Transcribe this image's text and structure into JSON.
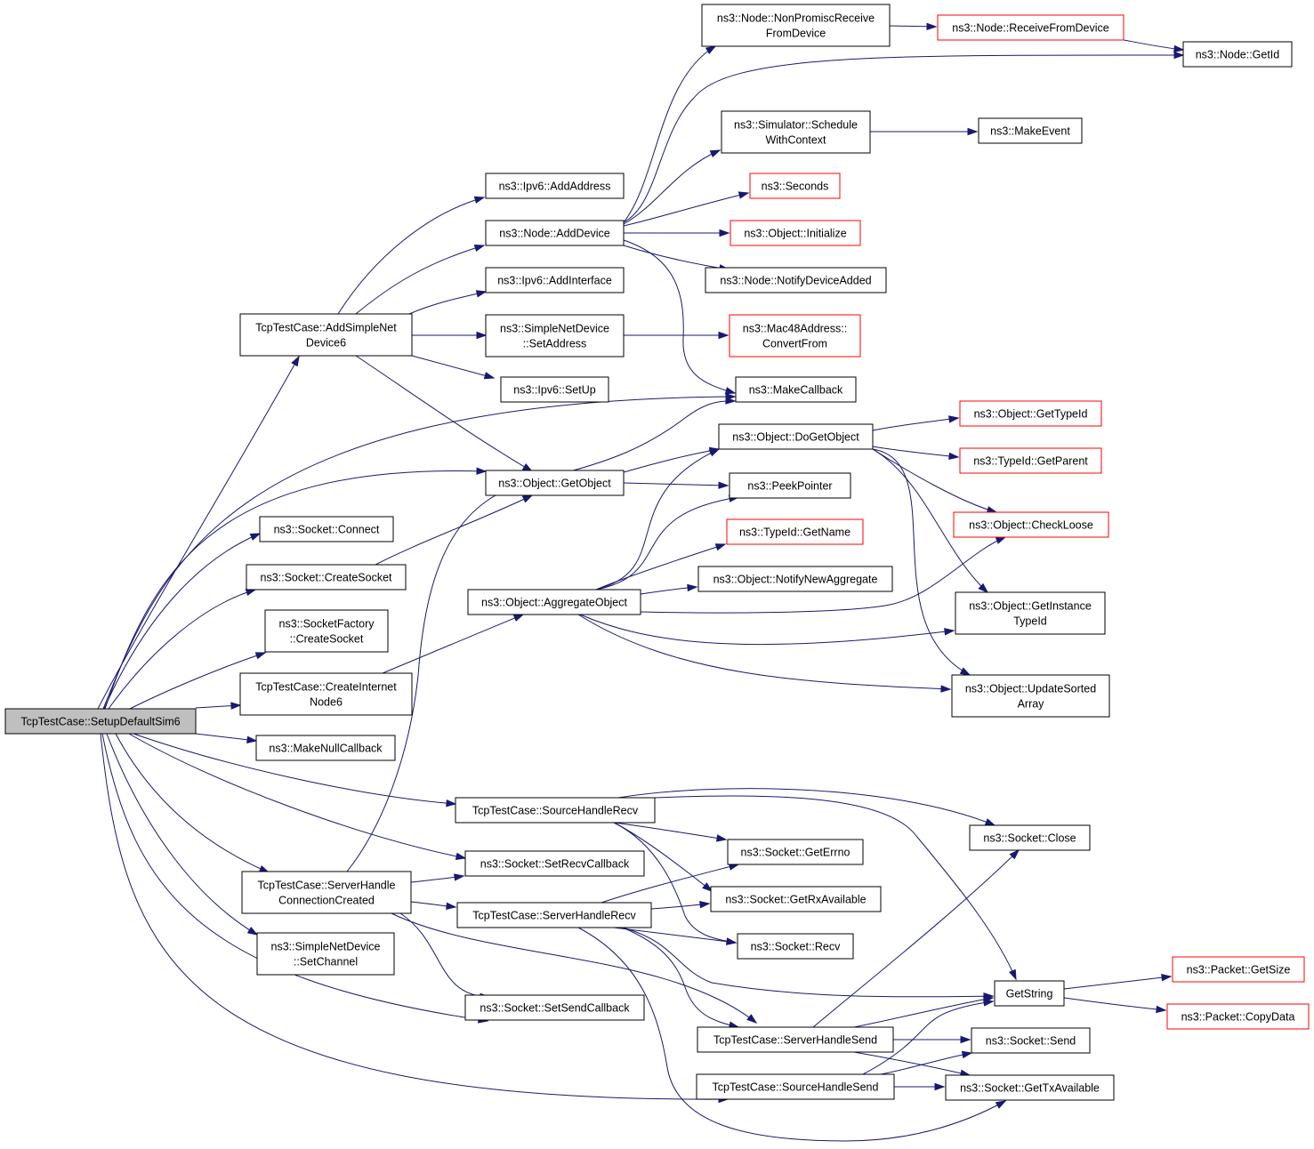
{
  "diagram": {
    "root": "TcpTestCase::SetupDefaultSim6",
    "colors": {
      "edge": "#191970",
      "node_border": "#000000",
      "truncated_node_border": "#ff0000",
      "root_fill": "#bfbfbf",
      "node_fill": "#ffffff"
    },
    "nodes": [
      {
        "id": "n0",
        "lines": [
          "TcpTestCase::SetupDefaultSim6"
        ],
        "style": "root"
      },
      {
        "id": "n1",
        "lines": [
          "TcpTestCase::AddSimpleNet",
          "Device6"
        ]
      },
      {
        "id": "n2",
        "lines": [
          "ns3::Ipv6::AddAddress"
        ]
      },
      {
        "id": "n3",
        "lines": [
          "ns3::Node::AddDevice"
        ]
      },
      {
        "id": "n4",
        "lines": [
          "ns3::Node::NonPromiscReceive",
          "FromDevice"
        ]
      },
      {
        "id": "n5",
        "lines": [
          "ns3::Node::ReceiveFromDevice"
        ],
        "style": "truncated"
      },
      {
        "id": "n6",
        "lines": [
          "ns3::Node::GetId"
        ]
      },
      {
        "id": "n7",
        "lines": [
          "ns3::Simulator::Schedule",
          "WithContext"
        ]
      },
      {
        "id": "n8",
        "lines": [
          "ns3::MakeEvent"
        ]
      },
      {
        "id": "n9",
        "lines": [
          "ns3::Seconds"
        ],
        "style": "truncated"
      },
      {
        "id": "n10",
        "lines": [
          "ns3::Object::Initialize"
        ],
        "style": "truncated"
      },
      {
        "id": "n11",
        "lines": [
          "ns3::Node::NotifyDeviceAdded"
        ]
      },
      {
        "id": "n12",
        "lines": [
          "ns3::MakeCallback"
        ]
      },
      {
        "id": "n13",
        "lines": [
          "ns3::Ipv6::AddInterface"
        ]
      },
      {
        "id": "n14",
        "lines": [
          "ns3::SimpleNetDevice",
          "::SetAddress"
        ]
      },
      {
        "id": "n15",
        "lines": [
          "ns3::Mac48Address::",
          "ConvertFrom"
        ],
        "style": "truncated"
      },
      {
        "id": "n16",
        "lines": [
          "ns3::Ipv6::SetUp"
        ]
      },
      {
        "id": "n17",
        "lines": [
          "ns3::Object::GetObject"
        ]
      },
      {
        "id": "n18",
        "lines": [
          "ns3::Object::DoGetObject"
        ]
      },
      {
        "id": "n19",
        "lines": [
          "ns3::Object::GetTypeId"
        ],
        "style": "truncated"
      },
      {
        "id": "n20",
        "lines": [
          "ns3::TypeId::GetParent"
        ],
        "style": "truncated"
      },
      {
        "id": "n21",
        "lines": [
          "ns3::Object::CheckLoose"
        ],
        "style": "truncated"
      },
      {
        "id": "n22",
        "lines": [
          "ns3::Object::GetInstance",
          "TypeId"
        ]
      },
      {
        "id": "n23",
        "lines": [
          "ns3::Object::UpdateSorted",
          "Array"
        ]
      },
      {
        "id": "n24",
        "lines": [
          "ns3::PeekPointer"
        ]
      },
      {
        "id": "n25",
        "lines": [
          "ns3::Socket::Connect"
        ]
      },
      {
        "id": "n26",
        "lines": [
          "ns3::Socket::CreateSocket"
        ]
      },
      {
        "id": "n27",
        "lines": [
          "ns3::SocketFactory",
          "::CreateSocket"
        ]
      },
      {
        "id": "n28",
        "lines": [
          "TcpTestCase::CreateInternet",
          "Node6"
        ]
      },
      {
        "id": "n29",
        "lines": [
          "ns3::Object::AggregateObject"
        ]
      },
      {
        "id": "n30",
        "lines": [
          "ns3::TypeId::GetName"
        ],
        "style": "truncated"
      },
      {
        "id": "n31",
        "lines": [
          "ns3::Object::NotifyNewAggregate"
        ]
      },
      {
        "id": "n32",
        "lines": [
          "ns3::MakeNullCallback"
        ]
      },
      {
        "id": "n33",
        "lines": [
          "TcpTestCase::SourceHandleRecv"
        ]
      },
      {
        "id": "n34",
        "lines": [
          "ns3::Socket::Close"
        ]
      },
      {
        "id": "n35",
        "lines": [
          "GetString"
        ]
      },
      {
        "id": "n36",
        "lines": [
          "ns3::Packet::GetSize"
        ],
        "style": "truncated"
      },
      {
        "id": "n37",
        "lines": [
          "ns3::Packet::CopyData"
        ],
        "style": "truncated"
      },
      {
        "id": "n38",
        "lines": [
          "ns3::Socket::GetErrno"
        ]
      },
      {
        "id": "n39",
        "lines": [
          "ns3::Socket::GetRxAvailable"
        ]
      },
      {
        "id": "n40",
        "lines": [
          "ns3::Socket::Recv"
        ]
      },
      {
        "id": "n41",
        "lines": [
          "TcpTestCase::ServerHandle",
          "ConnectionCreated"
        ]
      },
      {
        "id": "n42",
        "lines": [
          "ns3::Socket::SetRecvCallback"
        ]
      },
      {
        "id": "n43",
        "lines": [
          "TcpTestCase::ServerHandleRecv"
        ]
      },
      {
        "id": "n44",
        "lines": [
          "TcpTestCase::ServerHandleSend"
        ]
      },
      {
        "id": "n45",
        "lines": [
          "ns3::Socket::Send"
        ]
      },
      {
        "id": "n46",
        "lines": [
          "ns3::Socket::GetTxAvailable"
        ]
      },
      {
        "id": "n47",
        "lines": [
          "ns3::SimpleNetDevice",
          "::SetChannel"
        ]
      },
      {
        "id": "n48",
        "lines": [
          "ns3::Socket::SetSendCallback"
        ]
      },
      {
        "id": "n49",
        "lines": [
          "TcpTestCase::SourceHandleSend"
        ]
      }
    ],
    "edges": [
      [
        "n0",
        "n1"
      ],
      [
        "n0",
        "n12"
      ],
      [
        "n0",
        "n17"
      ],
      [
        "n0",
        "n25"
      ],
      [
        "n0",
        "n26"
      ],
      [
        "n0",
        "n27"
      ],
      [
        "n0",
        "n28"
      ],
      [
        "n0",
        "n32"
      ],
      [
        "n0",
        "n33"
      ],
      [
        "n0",
        "n41"
      ],
      [
        "n0",
        "n42"
      ],
      [
        "n0",
        "n47"
      ],
      [
        "n0",
        "n48"
      ],
      [
        "n0",
        "n49"
      ],
      [
        "n1",
        "n2"
      ],
      [
        "n1",
        "n3"
      ],
      [
        "n1",
        "n13"
      ],
      [
        "n1",
        "n14"
      ],
      [
        "n1",
        "n16"
      ],
      [
        "n1",
        "n17"
      ],
      [
        "n3",
        "n4"
      ],
      [
        "n3",
        "n6"
      ],
      [
        "n3",
        "n7"
      ],
      [
        "n3",
        "n9"
      ],
      [
        "n3",
        "n10"
      ],
      [
        "n3",
        "n11"
      ],
      [
        "n3",
        "n12"
      ],
      [
        "n4",
        "n5"
      ],
      [
        "n5",
        "n6"
      ],
      [
        "n7",
        "n8"
      ],
      [
        "n14",
        "n15"
      ],
      [
        "n17",
        "n18"
      ],
      [
        "n17",
        "n24"
      ],
      [
        "n18",
        "n19"
      ],
      [
        "n18",
        "n20"
      ],
      [
        "n18",
        "n21"
      ],
      [
        "n18",
        "n22"
      ],
      [
        "n18",
        "n23"
      ],
      [
        "n26",
        "n17"
      ],
      [
        "n28",
        "n29"
      ],
      [
        "n29",
        "n18"
      ],
      [
        "n29",
        "n24"
      ],
      [
        "n29",
        "n30"
      ],
      [
        "n29",
        "n31"
      ],
      [
        "n29",
        "n21"
      ],
      [
        "n29",
        "n22"
      ],
      [
        "n29",
        "n23"
      ],
      [
        "n33",
        "n34"
      ],
      [
        "n33",
        "n35"
      ],
      [
        "n33",
        "n38"
      ],
      [
        "n33",
        "n39"
      ],
      [
        "n33",
        "n40"
      ],
      [
        "n35",
        "n36"
      ],
      [
        "n35",
        "n37"
      ],
      [
        "n41",
        "n12"
      ],
      [
        "n41",
        "n42"
      ],
      [
        "n41",
        "n43"
      ],
      [
        "n41",
        "n44"
      ],
      [
        "n41",
        "n48"
      ],
      [
        "n43",
        "n38"
      ],
      [
        "n43",
        "n39"
      ],
      [
        "n43",
        "n40"
      ],
      [
        "n43",
        "n35"
      ],
      [
        "n43",
        "n44"
      ],
      [
        "n43",
        "n46"
      ],
      [
        "n44",
        "n34"
      ],
      [
        "n44",
        "n35"
      ],
      [
        "n44",
        "n45"
      ],
      [
        "n44",
        "n46"
      ],
      [
        "n49",
        "n35"
      ],
      [
        "n49",
        "n45"
      ],
      [
        "n49",
        "n46"
      ]
    ]
  }
}
